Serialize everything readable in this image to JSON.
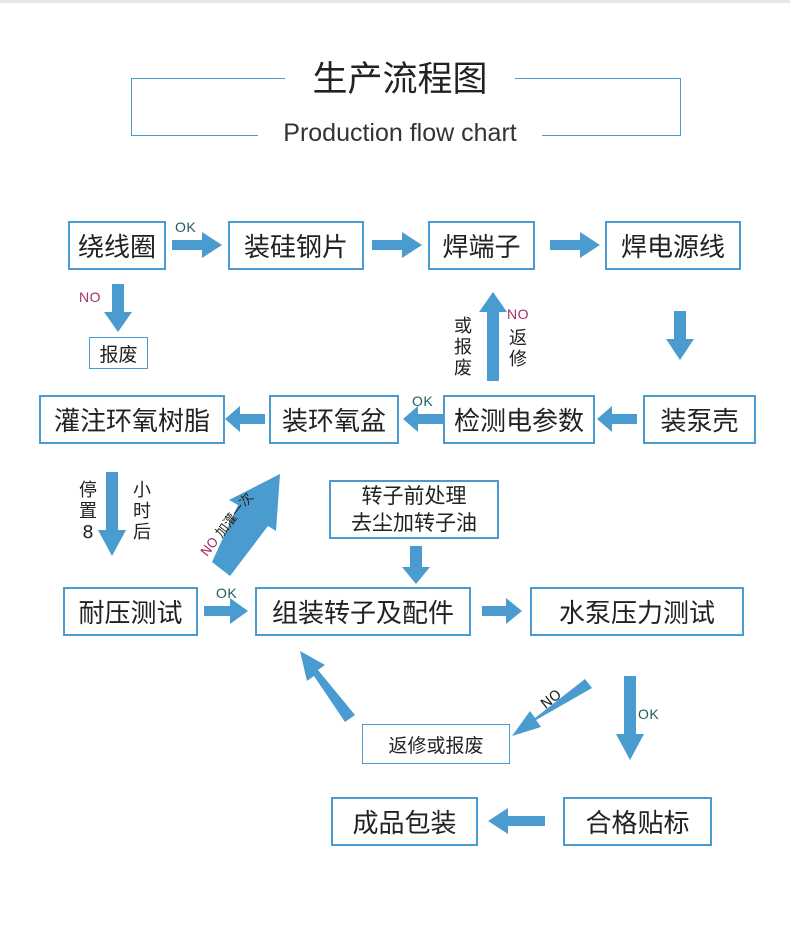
{
  "title": {
    "cn": "生产流程图",
    "en": "Production flow chart"
  },
  "colors": {
    "accent": "#4a9bcf",
    "ok": "#1f5e5a",
    "no": "#a4306a"
  },
  "nodes": {
    "coil": "绕线圈",
    "silicon": "装硅钢片",
    "terminal": "焊端子",
    "power_wire": "焊电源线",
    "scrap": "报废",
    "pump_shell": "装泵壳",
    "detect": "检测电参数",
    "ring_basin": "装环氧盆",
    "epoxy": "灌注环氧树脂",
    "pressure_test": "耐压测试",
    "assemble": "组装转子及配件",
    "pump_pressure": "水泵压力测试",
    "rotor_pre_1": "转子前处理",
    "rotor_pre_2": "去尘加转子油",
    "rework_scrap": "返修或报废",
    "packing": "成品包装",
    "label": "合格贴标"
  },
  "labels": {
    "ok": "OK",
    "no": "NO",
    "refill": "加灌一次",
    "rework_side_left": [
      "或",
      "报",
      "废"
    ],
    "rework_side_right": [
      "返",
      "修"
    ],
    "wait_left": [
      "停",
      "置",
      "8"
    ],
    "wait_right": [
      "小",
      "时",
      "后"
    ]
  }
}
